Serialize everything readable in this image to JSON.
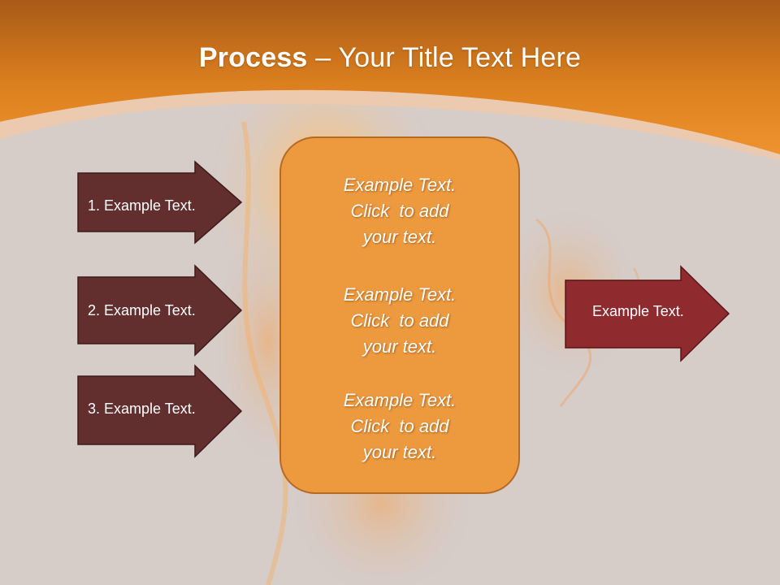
{
  "title": {
    "bold": "Process",
    "dash": " – ",
    "rest": "Your Title Text Here"
  },
  "left_arrows": [
    {
      "label": "1. Example Text."
    },
    {
      "label": "2. Example Text."
    },
    {
      "label": "3. Example Text."
    }
  ],
  "center_box": {
    "blocks": [
      {
        "line1": "Example Text.",
        "line2": "Click  to add",
        "line3": "your text."
      },
      {
        "line1": "Example Text.",
        "line2": "Click  to add",
        "line3": "your text."
      },
      {
        "line1": "Example Text.",
        "line2": "Click  to add",
        "line3": "your text."
      }
    ]
  },
  "right_arrow": {
    "label": "Example Text."
  },
  "colors": {
    "header_orange": "#e98a24",
    "background": "#d6ccc8",
    "left_arrow_fill": "#622e2e",
    "right_arrow_fill": "#8f2b2e",
    "center_box_fill": "#ed9a3f"
  }
}
